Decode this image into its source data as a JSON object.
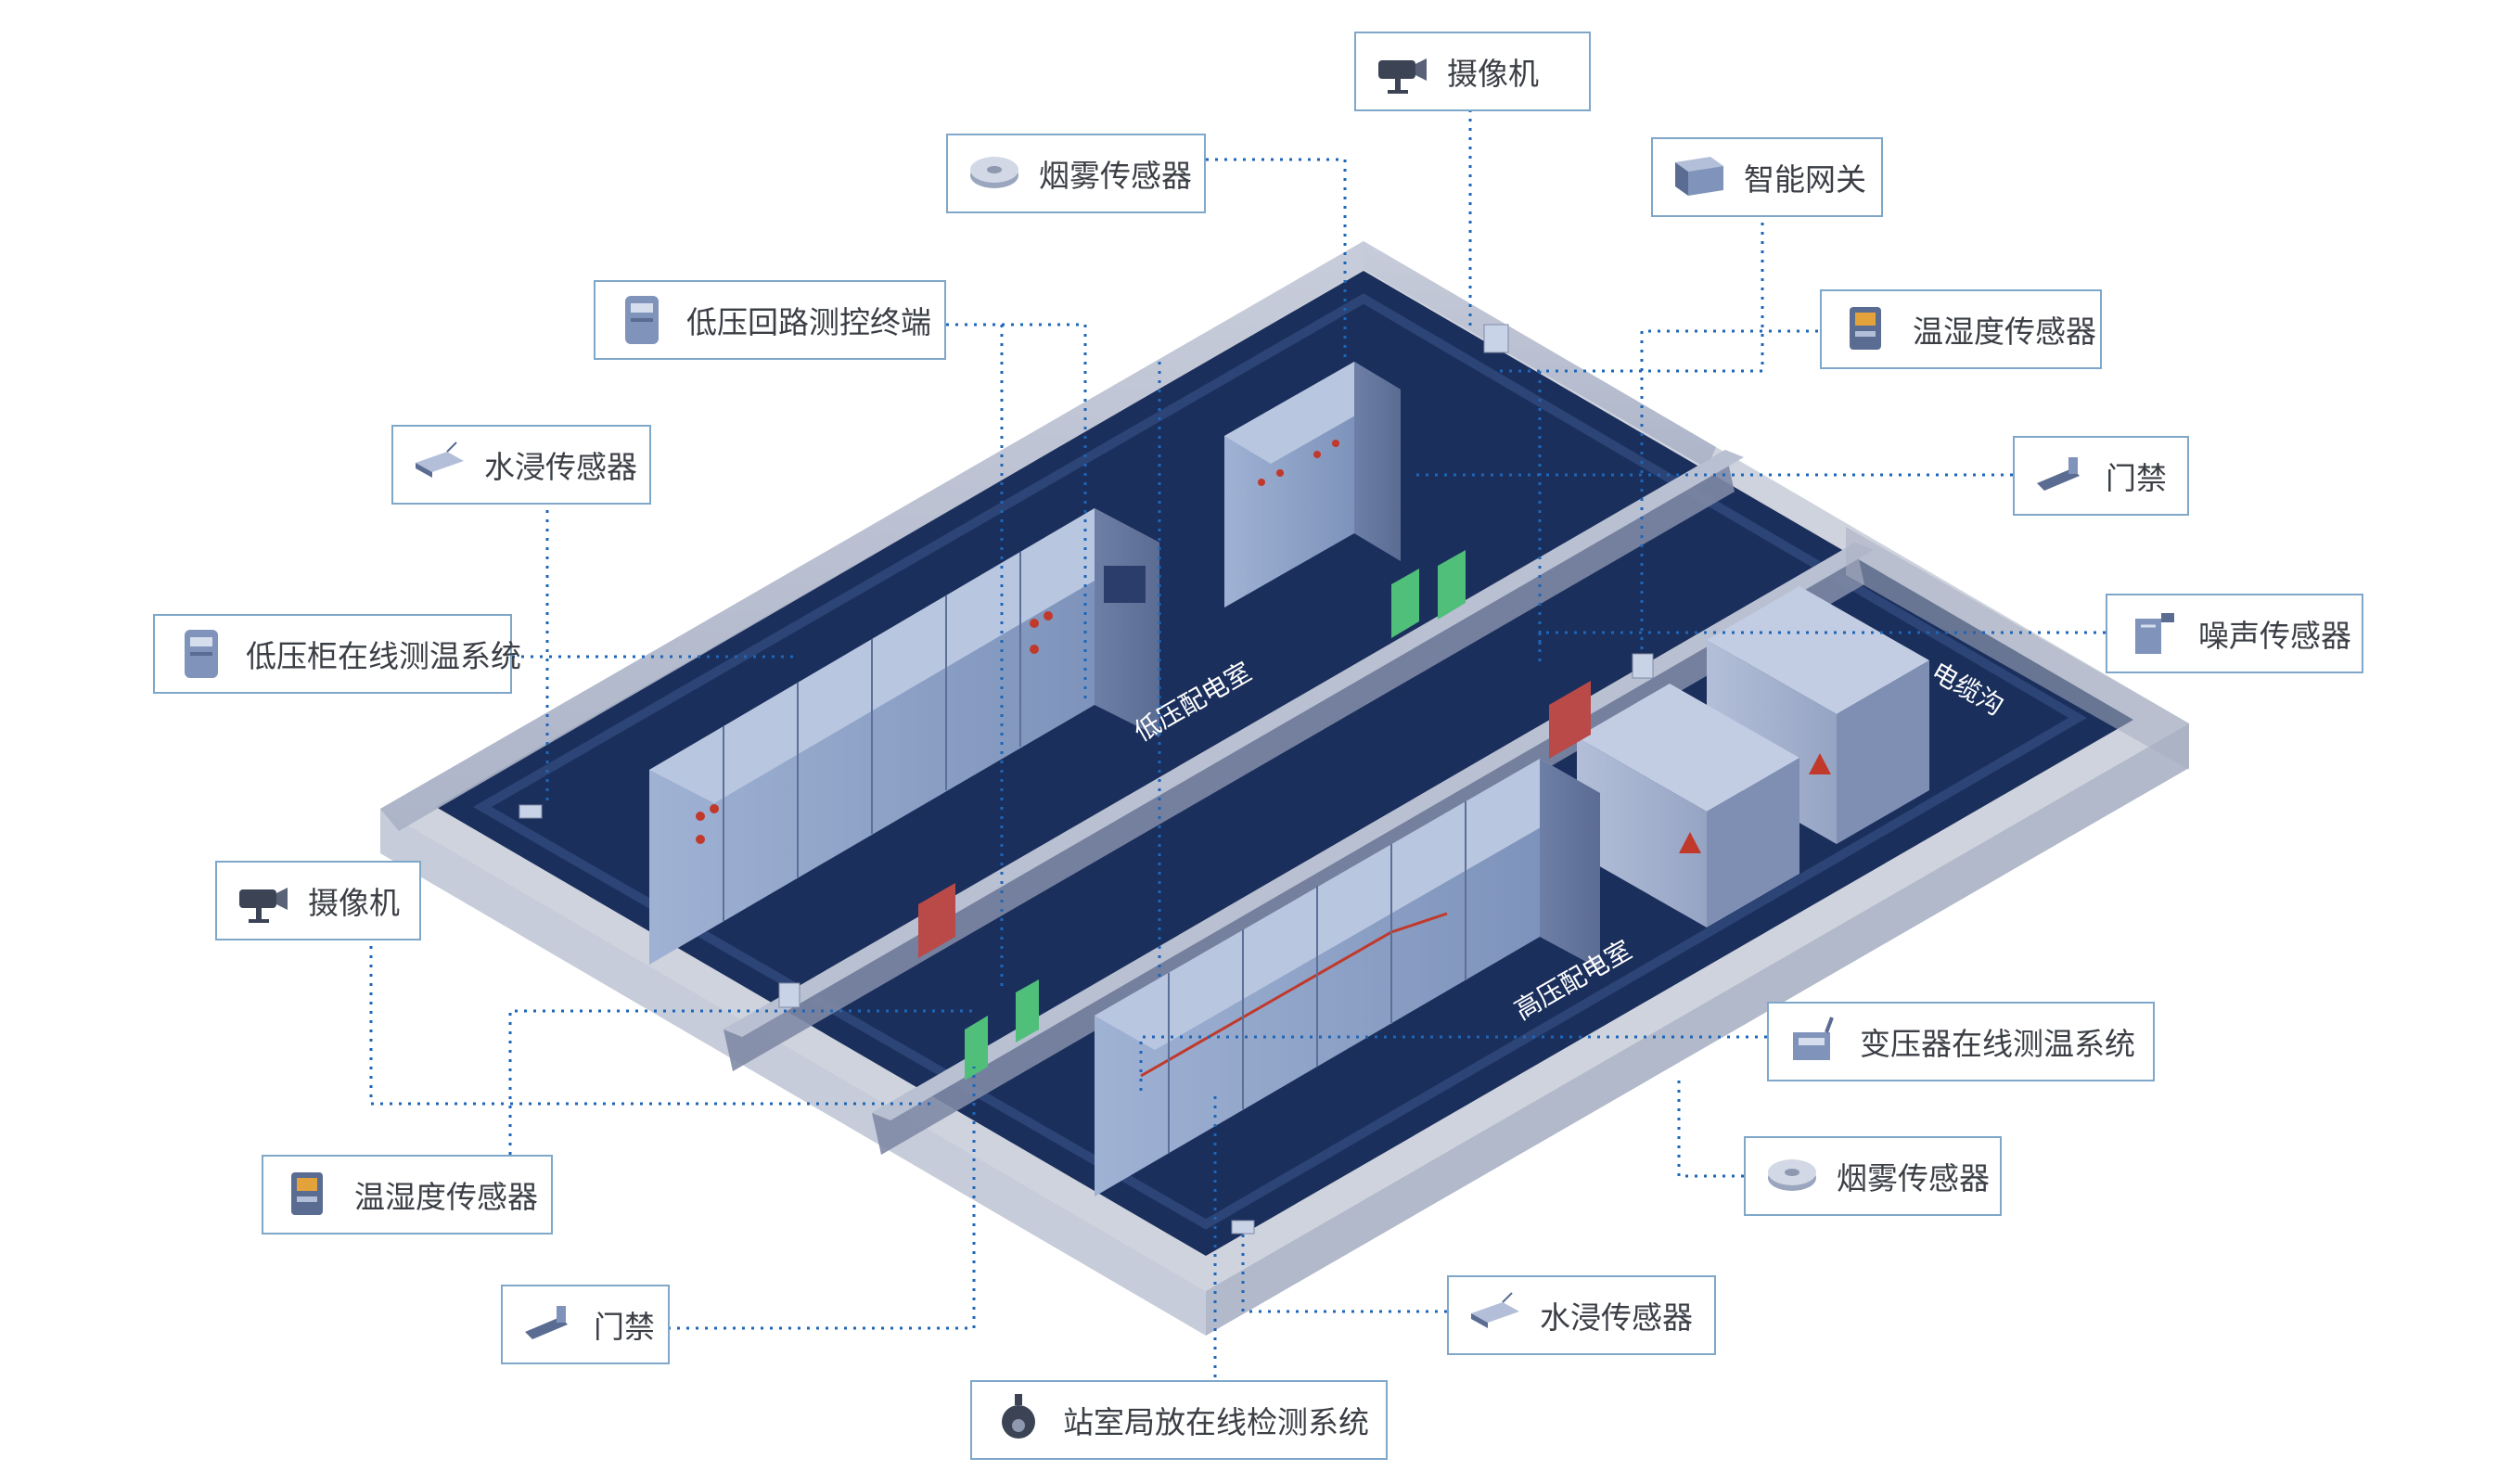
{
  "colors": {
    "floor": "#1b2f5c",
    "wall": "#9aa4bd",
    "cabinet": "#8fa3c9",
    "connector": "#1e66b7",
    "callout_border": "#7fa7c9",
    "door_red": "#b94a48",
    "door_green": "#4fbf7a"
  },
  "zones": {
    "low_voltage_room": "低压配电室",
    "high_voltage_room": "高压配电室",
    "cable_trench": "电缆沟"
  },
  "callouts": [
    {
      "id": "camera-top",
      "icon": "camera-icon",
      "label": "摄像机"
    },
    {
      "id": "smoke-top",
      "icon": "smoke-sensor-icon",
      "label": "烟雾传感器"
    },
    {
      "id": "gateway",
      "icon": "gateway-icon",
      "label": "智能网关"
    },
    {
      "id": "lv-terminal",
      "icon": "meter-icon",
      "label": "低压回路测控终端"
    },
    {
      "id": "th-top",
      "icon": "temp-humidity-icon",
      "label": "温湿度传感器"
    },
    {
      "id": "water-top",
      "icon": "water-sensor-icon",
      "label": "水浸传感器"
    },
    {
      "id": "door-right",
      "icon": "door-lock-icon",
      "label": "门禁"
    },
    {
      "id": "noise",
      "icon": "noise-sensor-icon",
      "label": "噪声传感器"
    },
    {
      "id": "lv-cabinet-temp",
      "icon": "meter-icon",
      "label": "低压柜在线测温系统"
    },
    {
      "id": "camera-left",
      "icon": "camera-icon",
      "label": "摄像机"
    },
    {
      "id": "transformer-temp",
      "icon": "transformer-sensor-icon",
      "label": "变压器在线测温系统"
    },
    {
      "id": "th-left",
      "icon": "temp-humidity-icon",
      "label": "温湿度传感器"
    },
    {
      "id": "smoke-right",
      "icon": "smoke-sensor-icon",
      "label": "烟雾传感器"
    },
    {
      "id": "door-left",
      "icon": "door-lock-icon",
      "label": "门禁"
    },
    {
      "id": "water-bottom",
      "icon": "water-sensor-icon",
      "label": "水浸传感器"
    },
    {
      "id": "pd-monitor",
      "icon": "dome-camera-icon",
      "label": "站室局放在线检测系统"
    }
  ]
}
